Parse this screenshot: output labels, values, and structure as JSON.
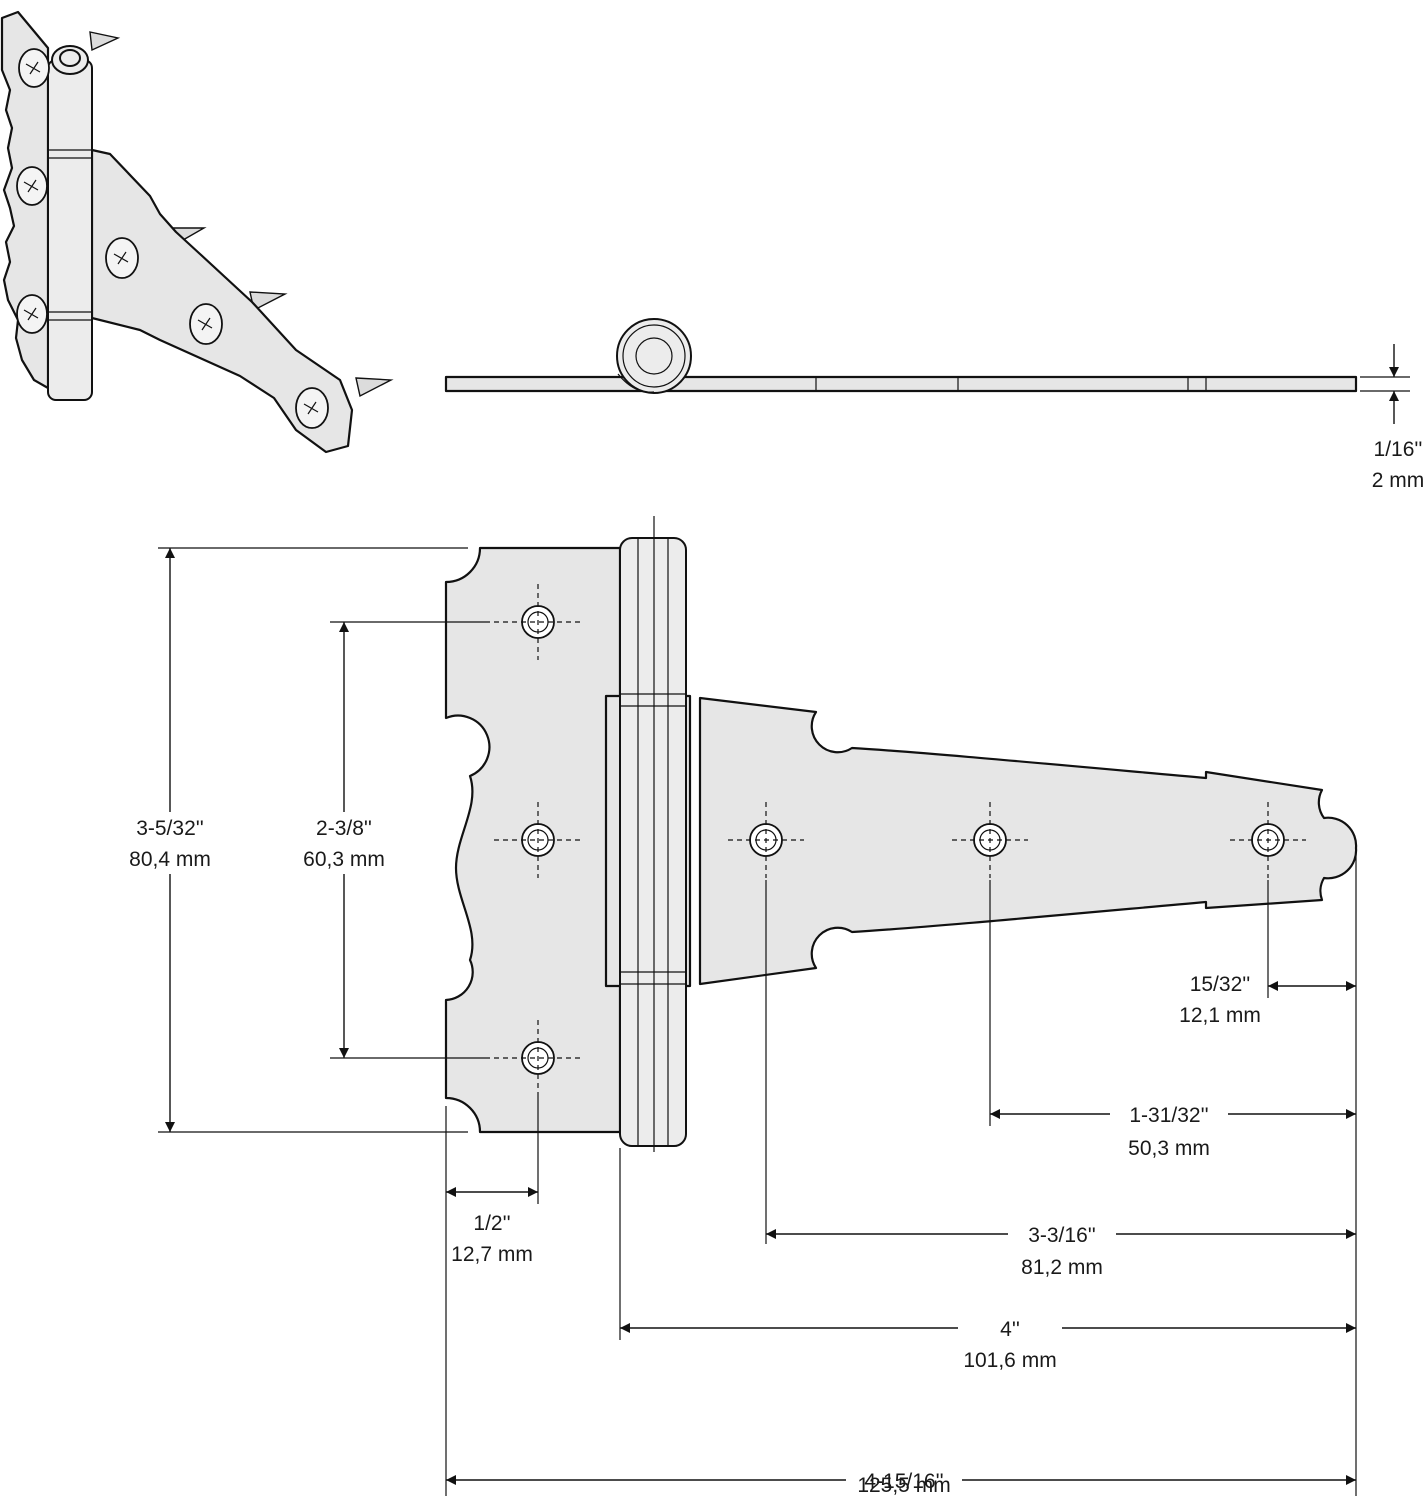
{
  "colors": {
    "metal_fill": "#e6e6e6",
    "outline": "#111111",
    "background": "#ffffff"
  },
  "thickness": {
    "in": "1/16''",
    "mm": "2 mm"
  },
  "dimensions": {
    "overall_height": {
      "in": "3-5/32''",
      "mm": "80,4 mm"
    },
    "hole_spacing_vertical": {
      "in": "2-3/8''",
      "mm": "60,3 mm"
    },
    "edge_to_hole": {
      "in": "1/2''",
      "mm": "12,7 mm"
    },
    "end_hole_to_tip": {
      "in": "15/32''",
      "mm": "12,1 mm"
    },
    "middle_hole_to_tip": {
      "in": "1-31/32''",
      "mm": "50,3 mm"
    },
    "first_hole_to_tip": {
      "in": "3-3/16''",
      "mm": "81,2 mm"
    },
    "strap_length": {
      "in": "4''",
      "mm": "101,6 mm"
    },
    "overall_length": {
      "in": "4-15/16''",
      "mm": "125,5 mm"
    }
  },
  "views": {
    "isometric": {
      "icon": "t-hinge-with-screws-icon"
    },
    "side": {
      "icon": "t-hinge-side-profile-icon"
    },
    "front": {
      "icon": "t-hinge-front-dimensioned-icon"
    }
  }
}
